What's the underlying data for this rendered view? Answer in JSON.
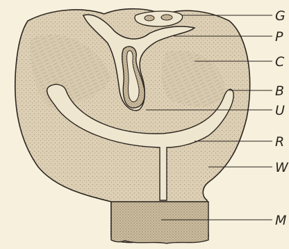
{
  "figure": {
    "labels": {
      "G": "G",
      "P": "P",
      "C": "C",
      "B": "B",
      "U": "U",
      "R": "R",
      "W": "W",
      "M": "M"
    }
  },
  "colors": {
    "background": "#f6f0dc",
    "tissue": "#d9cbb0",
    "tissue_dark": "#b9a98e",
    "outline": "#2b2520"
  }
}
